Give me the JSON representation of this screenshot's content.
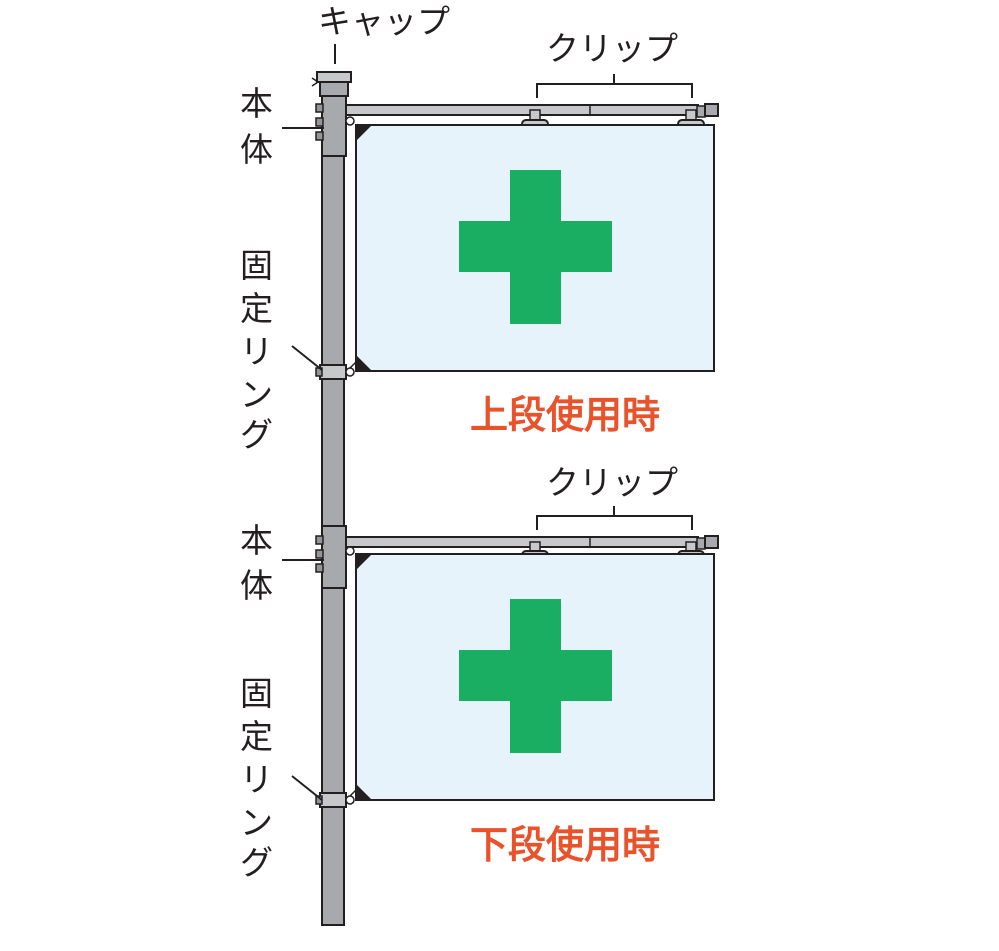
{
  "labels": {
    "cap": "キャップ",
    "clip": "クリップ",
    "body_top": "本",
    "body_bottom": "体",
    "ring": [
      "固",
      "定",
      "リ",
      "ン",
      "グ"
    ]
  },
  "captions": {
    "upper": "上段使用時",
    "lower": "下段使用時"
  },
  "colors": {
    "caption": "#e8532b",
    "cross": "#1aae62",
    "flag_fill": "#e6f3fb",
    "pole": "#a7a9ac",
    "outline": "#231f20"
  },
  "icons": {
    "flag_symbol": "green-cross-icon"
  }
}
